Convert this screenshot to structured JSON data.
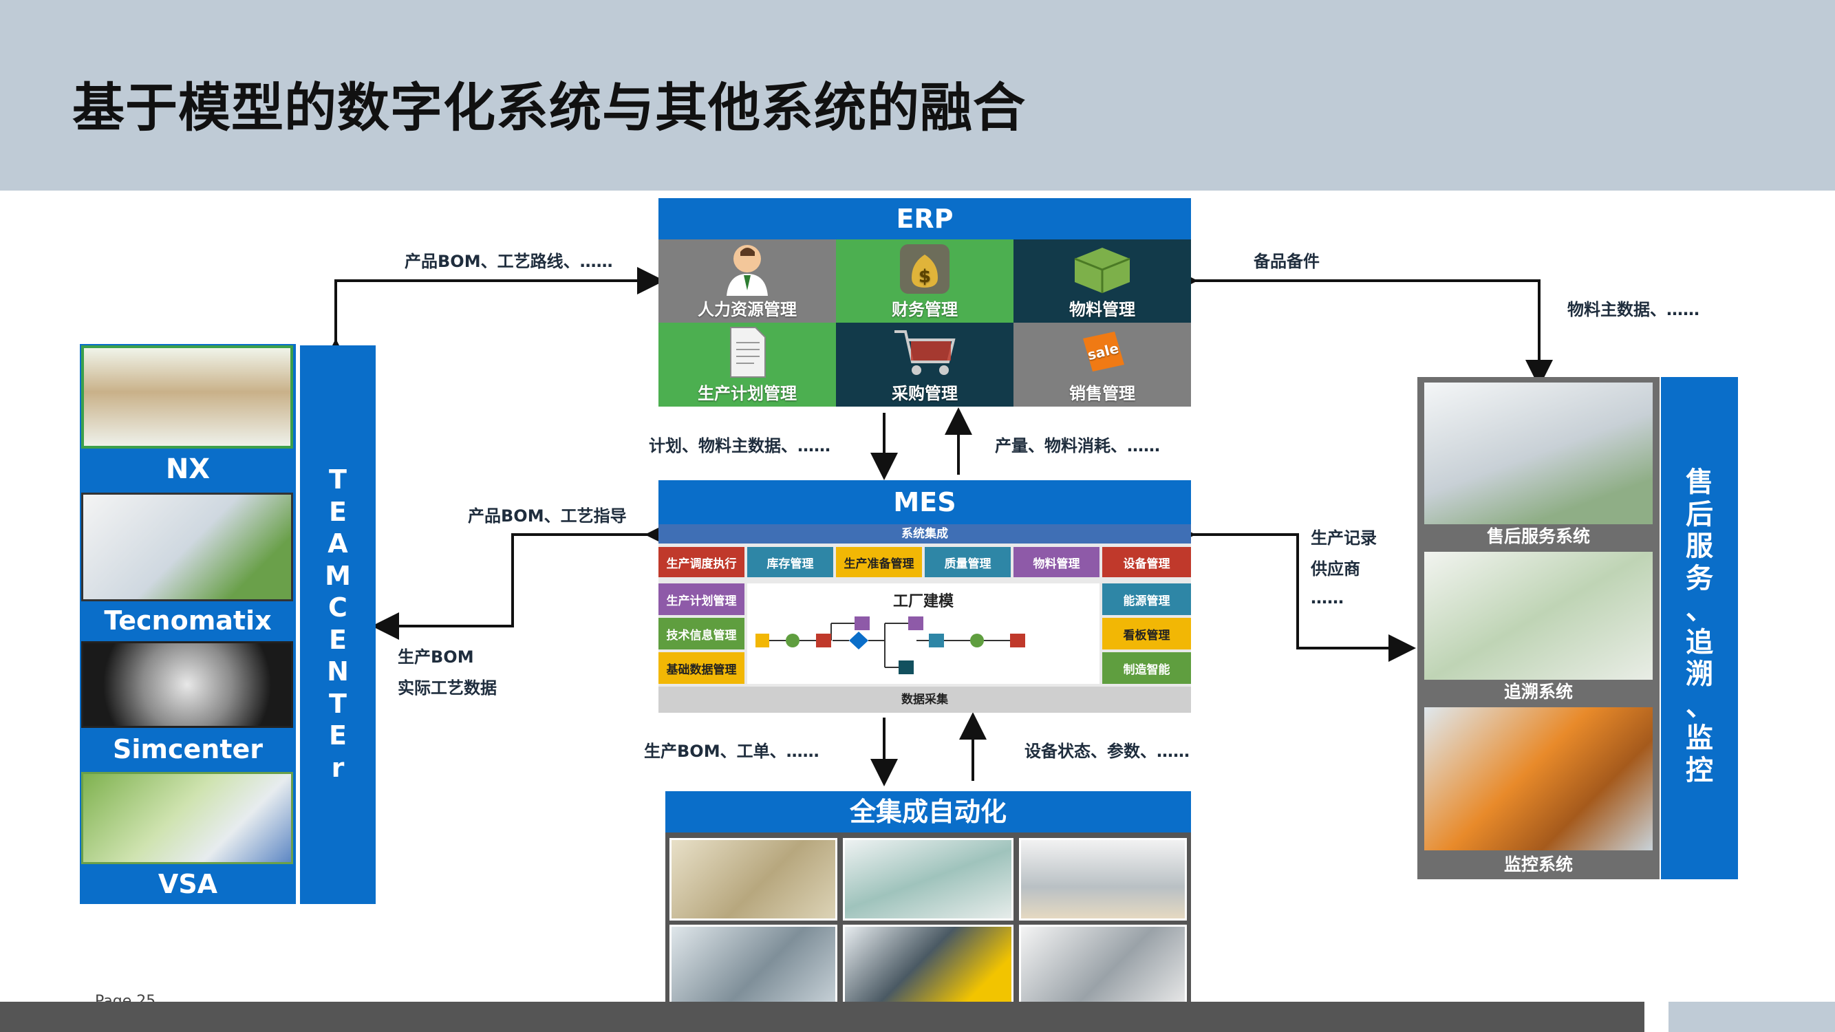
{
  "title": "基于模型的数字化系统与其他系统的融合",
  "erp": {
    "title": "ERP",
    "modules": [
      "人力资源管理",
      "财务管理",
      "物料管理",
      "生产计划管理",
      "采购管理",
      "销售管理"
    ]
  },
  "mes": {
    "title": "MES",
    "top_bar": "系统集成",
    "bottom_bar": "数据采集",
    "row1": [
      "生产调度执行",
      "库存管理",
      "生产准备管理",
      "质量管理",
      "物料管理",
      "设备管理"
    ],
    "left": [
      "生产计划管理",
      "技术信息管理",
      "基础数据管理"
    ],
    "right": [
      "能源管理",
      "看板管理",
      "制造智能"
    ],
    "center_title": "工厂建模"
  },
  "automation": {
    "title": "全集成自动化"
  },
  "left_tools": {
    "items": [
      "NX",
      "Tecnomatix",
      "Simcenter",
      "VSA"
    ],
    "teamcenter": [
      "T",
      "E",
      "A",
      "M",
      "C",
      "E",
      "N",
      "T",
      "E",
      "r"
    ]
  },
  "right_panel": {
    "captions": [
      "售后服务系统",
      "追溯系统",
      "监控系统"
    ],
    "vertical": [
      "售",
      "后",
      "服",
      "务",
      "、",
      "追",
      "溯",
      "、",
      "监",
      "控"
    ]
  },
  "labels": {
    "tc_to_erp": "产品BOM、工艺路线、……",
    "erp_to_right": "备品备件",
    "right_material": "物料主数据、……",
    "erp_to_mes": "计划、物料主数据、……",
    "mes_to_erp": "产量、物料消耗、……",
    "tc_to_mes": "产品BOM、工艺指导",
    "mes_to_tc_1": "生产BOM",
    "mes_to_tc_2": "实际工艺数据",
    "mes_right_1": "生产记录",
    "mes_right_2": "供应商",
    "mes_right_3": "……",
    "mes_to_auto": "生产BOM、工单、……",
    "auto_to_mes": "设备状态、参数、……",
    "page_no": "Page 25"
  },
  "colors": {
    "header": "#bfcbd6",
    "blue": "#0a6ec9",
    "erp_gray": "#7f7f7f",
    "erp_green": "#4caf50",
    "erp_dark": "#123a4a",
    "mes_red": "#c0392b",
    "mes_teal": "#2e86a6",
    "mes_yellow": "#f2b705",
    "mes_purple": "#8e5aa8",
    "mes_green": "#5f9e3f"
  }
}
